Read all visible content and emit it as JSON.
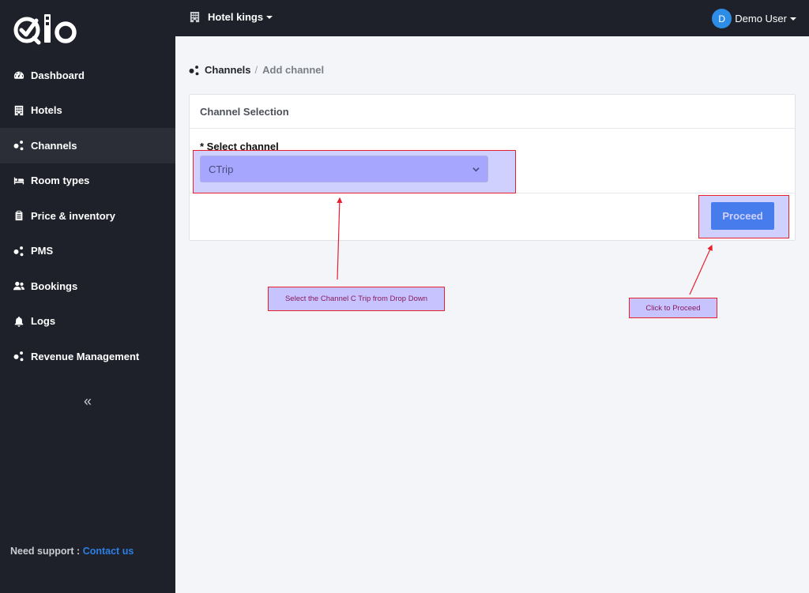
{
  "sidebar": {
    "logo_text": "Qlo",
    "items": [
      {
        "label": "Dashboard",
        "icon": "dashboard-icon"
      },
      {
        "label": "Hotels",
        "icon": "hotel-icon"
      },
      {
        "label": "Channels",
        "icon": "channels-icon",
        "active": true
      },
      {
        "label": "Room types",
        "icon": "bed-icon"
      },
      {
        "label": "Price & inventory",
        "icon": "clipboard-icon"
      },
      {
        "label": "PMS",
        "icon": "pms-icon"
      },
      {
        "label": "Bookings",
        "icon": "users-icon"
      },
      {
        "label": "Logs",
        "icon": "bell-icon"
      },
      {
        "label": "Revenue Management",
        "icon": "revenue-icon"
      }
    ],
    "collapse_label": "«",
    "support_label": "Need support :",
    "support_link": "Contact us"
  },
  "topbar": {
    "hotel_name": "Hotel kings",
    "avatar_initial": "D",
    "user_name": "Demo User"
  },
  "breadcrumb": {
    "parent": "Channels",
    "separator": "/",
    "current": "Add channel"
  },
  "card": {
    "title": "Channel Selection",
    "field_label": "* Select channel",
    "selected_channel": "CTrip",
    "proceed_label": "Proceed"
  },
  "annotations": {
    "select_note": "Select the Channel C Trip from Drop Down",
    "proceed_note": "Click to Proceed"
  },
  "colors": {
    "sidebar_bg": "#1e212a",
    "accent": "#2d7fe4",
    "annotation_border": "#e8202e",
    "annotation_fill": "#c6c3ff"
  }
}
